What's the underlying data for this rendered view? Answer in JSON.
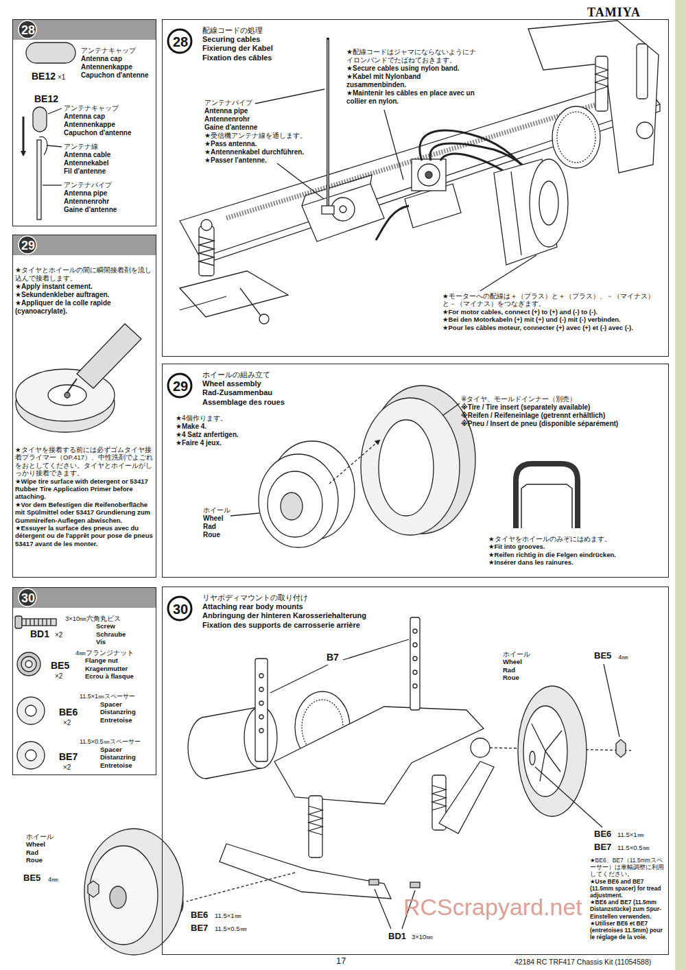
{
  "diagram": {
    "nodes": [
      {
        "text": [
          "28"
        ]
      },
      {
        "text": [
          "28",
          "配線コードの処理",
          "Securing cables",
          "Fixierung der Kabel",
          "Fixation des câbles"
        ]
      },
      {
        "text": [
          "29"
        ]
      },
      {
        "text": [
          "29",
          "ホイールの組み立て",
          "Wheel assembly",
          "Rad-Zusammenbau",
          "Assemblage des roues"
        ]
      },
      {
        "text": [
          "30"
        ]
      },
      {
        "text": [
          "30",
          "リヤボディマウントの取り付け",
          "Attaching rear body mounts",
          "Anbringung der hinteren Karosseriehalterung",
          "Fixation des supports de carrosserie arrière"
        ]
      }
    ],
    "labels": [
      "TAMIYA",
      "BE12",
      "×1",
      "アンテナキャップ",
      "Antenna cap",
      "Antennenkappe",
      "Capuchon d'antenne",
      "BE12",
      "アンテナキャップ",
      "Antenna cap",
      "Antennenkappe",
      "Capuchon d'antenne",
      "アンテナ線",
      "Antenna cable",
      "Antennekabel",
      "Fil d'antenne",
      "アンテナパイプ",
      "Antenna pipe",
      "Antennenrohr",
      "Gaine d'antenne",
      "アンテナパイプ",
      "Antenna pipe",
      "Antennenrohr",
      "Gaine d'antenne",
      "★受信機アンテナ線を通します。",
      "★Pass antenna.",
      "★Antennenkabel durchführen.",
      "★Passer l'antenne.",
      "★配線コードはジャマにならないようにナイロンバンドでたばねておきます。",
      "★Secure cables using nylon band.",
      "★Kabel mit Nylonband zusammenbinden.",
      "★Maintenir les câbles en place avec un collier en nylon.",
      "★モーターへの配線は＋（プラス）と＋（プラス）、－（マイナス）と－（マイナス）をつなぎます。",
      "★For motor cables, connect (+) to (+) and (-) to (-).",
      "★Bei den Motorkabeln (+) mit (+) und (-) mit (-) verbinden.",
      "★Pour les câbles moteur, connecter (+) avec (+) et (-) avec (-).",
      "★タイヤとホイールの間に瞬間接着剤を流し込んで接着します。",
      "★Apply instant cement.",
      "★Sekundenkleber auftragen.",
      "★Appliquer de la colle rapide (cyanoacrylate).",
      "★タイヤを接着する前には必ずゴムタイヤ接着プライマー（OP.417）、中性洗剤でよごれをおとしてください。タイヤとホイールがしっかり接着できます。",
      "★Wipe tire surface with detergent or 53417 Rubber Tire Application Primer before attaching.",
      "★Vor dem Befestigen die Reifenoberfläche mit Spülmittel oder 53417 Grundierung zum Gummireifen-Auflegen abwischen.",
      "★Essuyer la surface des pneus avec du détergent ou de l'apprêt pour pose de pneus 53417 avant de les monter.",
      "★4個作ります。",
      "★Make 4.",
      "★4 Satz anfertigen.",
      "★Faire 4 jeux.",
      "ホイール",
      "Wheel",
      "Rad",
      "Roue",
      "※タイヤ、モールドインナー（別売）",
      "※Tire / Tire insert (separately available)",
      "※Reifen / Reifeneinlage (getrennt erhältlich)",
      "※Pneu / Insert de pneu (disponible séparément)",
      "★タイヤをホイールのみぞにはめます。",
      "★Fit into grooves.",
      "★Reifen richtig in die Felgen eindrücken.",
      "★Insérer dans les rainures.",
      "BD1",
      "×2",
      "3×10㎜六角丸ビス",
      "Screw",
      "Schraube",
      "Vis",
      "BE5",
      "×2",
      "4㎜フランジナット",
      "Flange nut",
      "Kragenmutter",
      "Ecrou à flasque",
      "BE6",
      "×2",
      "11.5×1㎜スペーサー",
      "Spacer",
      "Distanzring",
      "Entretoise",
      "BE7",
      "×2",
      "11.5×0.5㎜スペーサー",
      "Spacer",
      "Distanzring",
      "Entretoise",
      "B7",
      "ホイール",
      "Wheel",
      "Rad",
      "Roue",
      "BE5",
      "4㎜",
      "BE6",
      "11.5×1㎜",
      "BE7",
      "11.5×0.5㎜",
      "★BE6、BE7（11.5mmスペーサー）は車幅調整に利用してください。",
      "★Use BE6 and BE7 (11.5mm spacer) for tread adjustment.",
      "★BE6 and BE7 (11.5mm Distanzstücke) zum Spur-Einstellen verwenden.",
      "★Utiliser BE6 et BE7 (entretoises 11.5mm) pour le réglage de la voie.",
      "ホイール",
      "Wheel",
      "Rad",
      "Roue",
      "BE5",
      "4㎜",
      "BE6",
      "11.5×1㎜",
      "BE7",
      "11.5×0.5㎜",
      "BD1",
      "3×10㎜",
      "17",
      "42184 RC TRF417 Chassis Kit (11054588)",
      "RCScrapyard.net"
    ]
  }
}
